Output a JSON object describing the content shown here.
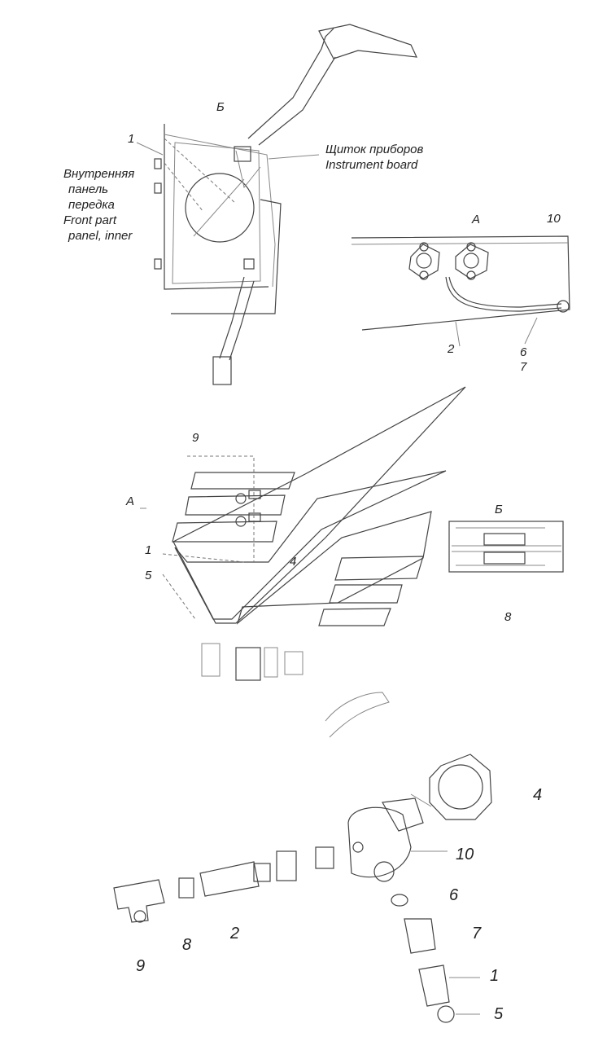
{
  "view_top": {
    "section_mark": "Б",
    "callout_1": "1",
    "note_inner_ru": [
      "Внутренняя",
      "панель",
      "передка"
    ],
    "note_inner_en": [
      "Front part",
      "panel, inner"
    ],
    "note_board_ru": "Щиток приборов",
    "note_board_en": "Instrument board"
  },
  "view_a": {
    "title": "А",
    "callout_10": "10",
    "callout_2": "2",
    "callout_6": "6",
    "callout_7": "7"
  },
  "view_middle": {
    "callout_9": "9",
    "arrow_a": "А",
    "callout_1": "1",
    "callout_5": "5",
    "callout_4": "4"
  },
  "section_b": {
    "title": "Б",
    "callout_8": "8"
  },
  "exploded": {
    "callout_4": "4",
    "callout_10": "10",
    "callout_6": "6",
    "callout_2": "2",
    "callout_7": "7",
    "callout_8": "8",
    "callout_9": "9",
    "callout_1": "1",
    "callout_5": "5"
  }
}
